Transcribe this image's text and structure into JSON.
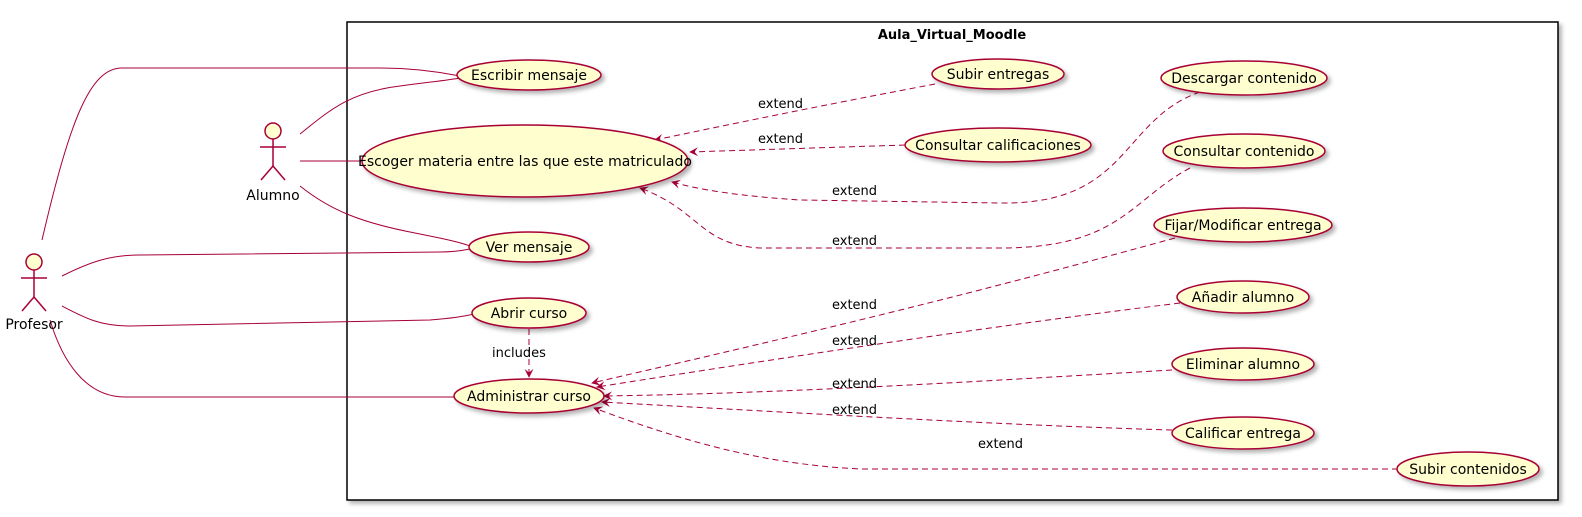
{
  "diagram": {
    "system_title": "Aula_Virtual_Moodle",
    "actors": {
      "alumno": "Alumno",
      "profesor": "Profesor"
    },
    "use_cases": {
      "escribir_mensaje": "Escribir mensaje",
      "escoger_materia": "Escoger materia entre las que este matriculado",
      "ver_mensaje": "Ver mensaje",
      "abrir_curso": "Abrir curso",
      "administrar_curso": "Administrar curso",
      "subir_entregas": "Subir entregas",
      "consultar_calificaciones": "Consultar calificaciones",
      "descargar_contenido": "Descargar contenido",
      "consultar_contenido": "Consultar contenido",
      "fijar_modificar_entrega": "Fijar/Modificar entrega",
      "anadir_alumno": "Añadir alumno",
      "eliminar_alumno": "Eliminar alumno",
      "calificar_entrega": "Calificar entrega",
      "subir_contenidos": "Subir contenidos"
    },
    "relations": {
      "extend": "extend",
      "includes": "includes"
    },
    "colors": {
      "line": "#A80036",
      "usecase_fill": "#FEFECE",
      "border": "#000000"
    }
  }
}
